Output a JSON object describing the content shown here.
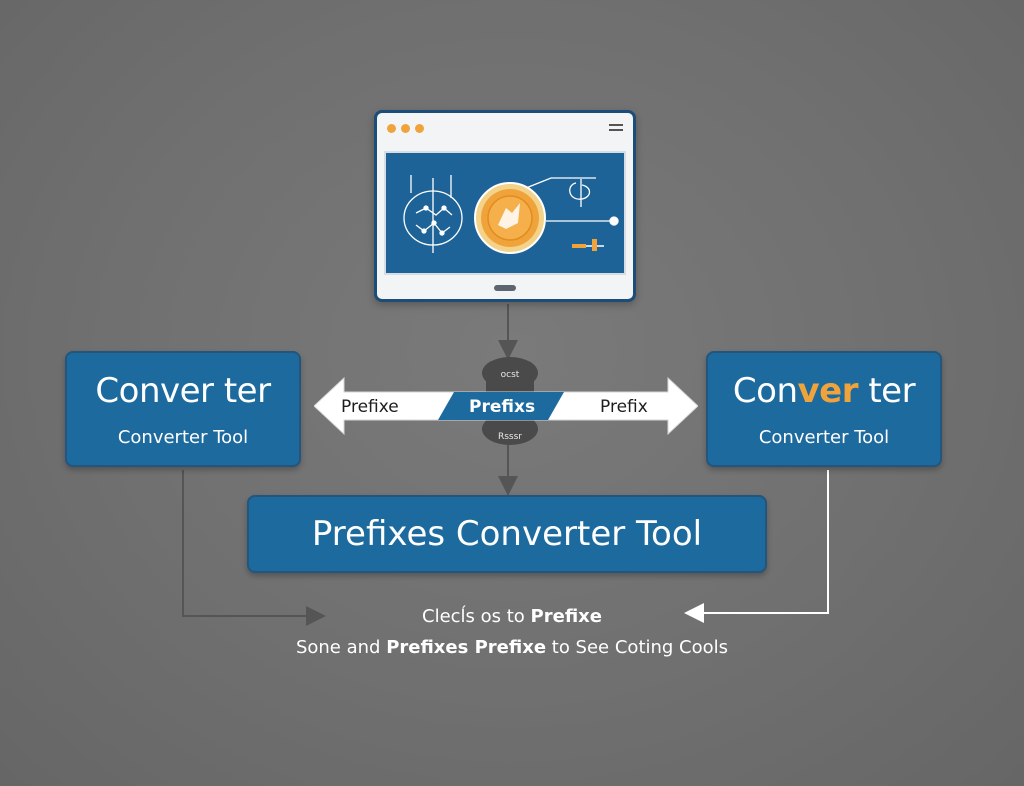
{
  "browser": {
    "window_controls": [
      "dot",
      "dot",
      "dot"
    ],
    "menu_icon": "hamburger-icon",
    "screen_icons": [
      "circuit-brain-icon",
      "coin-icon",
      "network-node-icon",
      "slider-icon"
    ]
  },
  "left_card": {
    "title": "Conver ter",
    "subtitle": "Converter Tool"
  },
  "right_card": {
    "title_part1": "Con",
    "title_part2": "ver",
    "title_part3": " ter",
    "subtitle": "Converter Tool"
  },
  "arrow": {
    "left_label": "Prefixe",
    "center_label": "Prefixs",
    "right_label": "Prefix",
    "badge_top": "ocst",
    "badge_bottom": "Rsssr"
  },
  "banner": {
    "title": "Prefixes Converter Tool"
  },
  "caption": {
    "line1_part1": "Clecĺs os to ",
    "line1_bold": "Prefixe",
    "line2_part1": "Sone and ",
    "line2_bold": "Prefixes Prefixe",
    "line2_part2": " to See Coting Cools"
  },
  "colors": {
    "background": "#707070",
    "card_blue": "#1c6a9e",
    "accent_orange": "#f0a33a",
    "arrow_white": "#ffffff"
  }
}
